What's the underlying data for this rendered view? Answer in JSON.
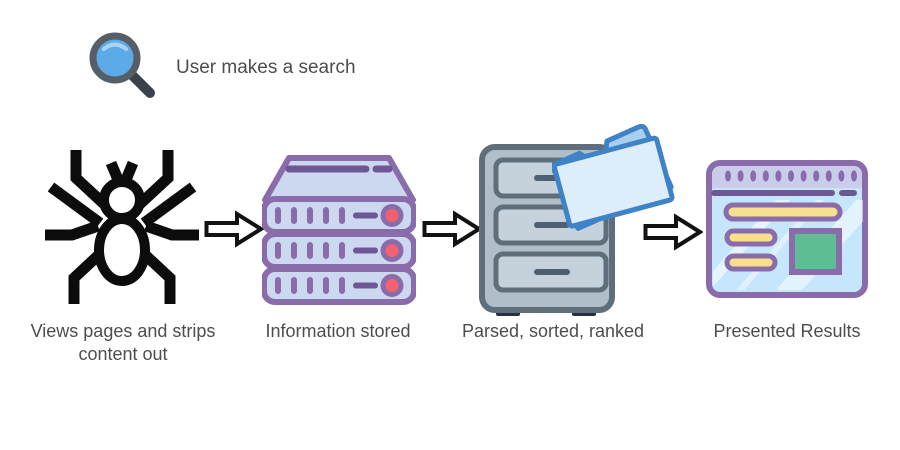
{
  "intro": {
    "icon": "magnifier-icon",
    "label": "User makes a search"
  },
  "steps": [
    {
      "id": "crawl",
      "icon": "spider-icon",
      "label": "Views pages and strips content out"
    },
    {
      "id": "store",
      "icon": "server-stack-icon",
      "label": "Information stored"
    },
    {
      "id": "process",
      "icon": "file-cabinet-folder-icon",
      "label": "Parsed, sorted, ranked"
    },
    {
      "id": "present",
      "icon": "browser-results-icon",
      "label": "Presented Results"
    }
  ],
  "connector": {
    "icon": "right-block-arrow",
    "count": 3
  },
  "colors": {
    "label_text": "#4d4d4d",
    "magnifier_lens": "#5caae8",
    "magnifier_rim": "#565f67",
    "magnifier_handle": "#39424b",
    "spider_black": "#0c0c0c",
    "purple_outline": "#8a6caa",
    "purple_dark": "#6f5694",
    "periwinkle_fill": "#ccd8f0",
    "led_red": "#f2616d",
    "cabinet_outline": "#5e6e7b",
    "cabinet_body": "#afbec9",
    "cabinet_drawer": "#c5d2dc",
    "cabinet_feet": "#26333e",
    "folder_outline": "#3e82c8",
    "folder_back": "#a9cff0",
    "folder_front": "#deedfa",
    "browser_header": "#c9cde9",
    "browser_body": "#c5e6fb",
    "bar_yellow": "#f8df8e",
    "panel_green": "#5ebd92",
    "arrow_fill": "#ffffff",
    "arrow_stroke": "#121212"
  }
}
